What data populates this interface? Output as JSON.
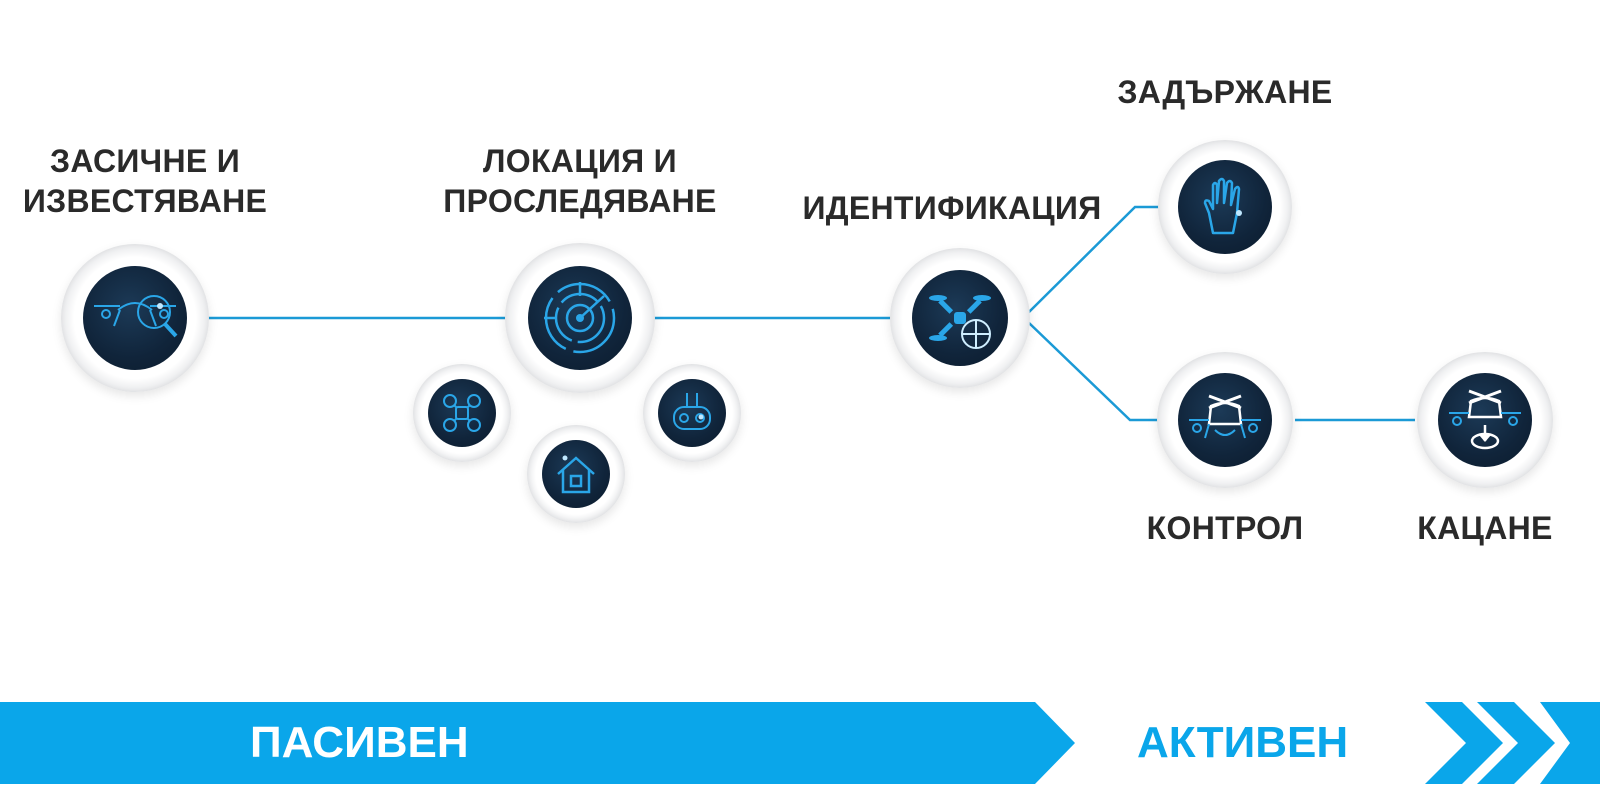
{
  "colors": {
    "accent": "#0aa6ea",
    "line": "#1b9ad6",
    "node_core": "#10243a",
    "icon": "#2aa6e8",
    "label": "#2a2a2a"
  },
  "stages": {
    "detect": {
      "label_line1": "ЗАСИЧНЕ И",
      "label_line2": "ИЗВЕСТЯВАНЕ",
      "icon": "drone-magnifier-icon"
    },
    "locate": {
      "label_line1": "ЛОКАЦИЯ И",
      "label_line2": "ПРОСЛЕДЯВАНЕ",
      "icon": "radar-icon"
    },
    "identify": {
      "label": "ИДЕНТИФИКАЦИЯ",
      "icon": "drone-target-icon"
    },
    "stop": {
      "label": "ЗАДЪРЖАНЕ",
      "icon": "hand-icon"
    },
    "control": {
      "label": "КОНТРОЛ",
      "icon": "drone-control-icon"
    },
    "land": {
      "label": "КАЦАНЕ",
      "icon": "drone-landing-icon"
    }
  },
  "locate_subicons": [
    "drone-quadcopter-icon",
    "remote-controller-icon",
    "home-icon"
  ],
  "banner": {
    "passive": "ПАСИВЕН",
    "active": "АКТИВЕН"
  }
}
